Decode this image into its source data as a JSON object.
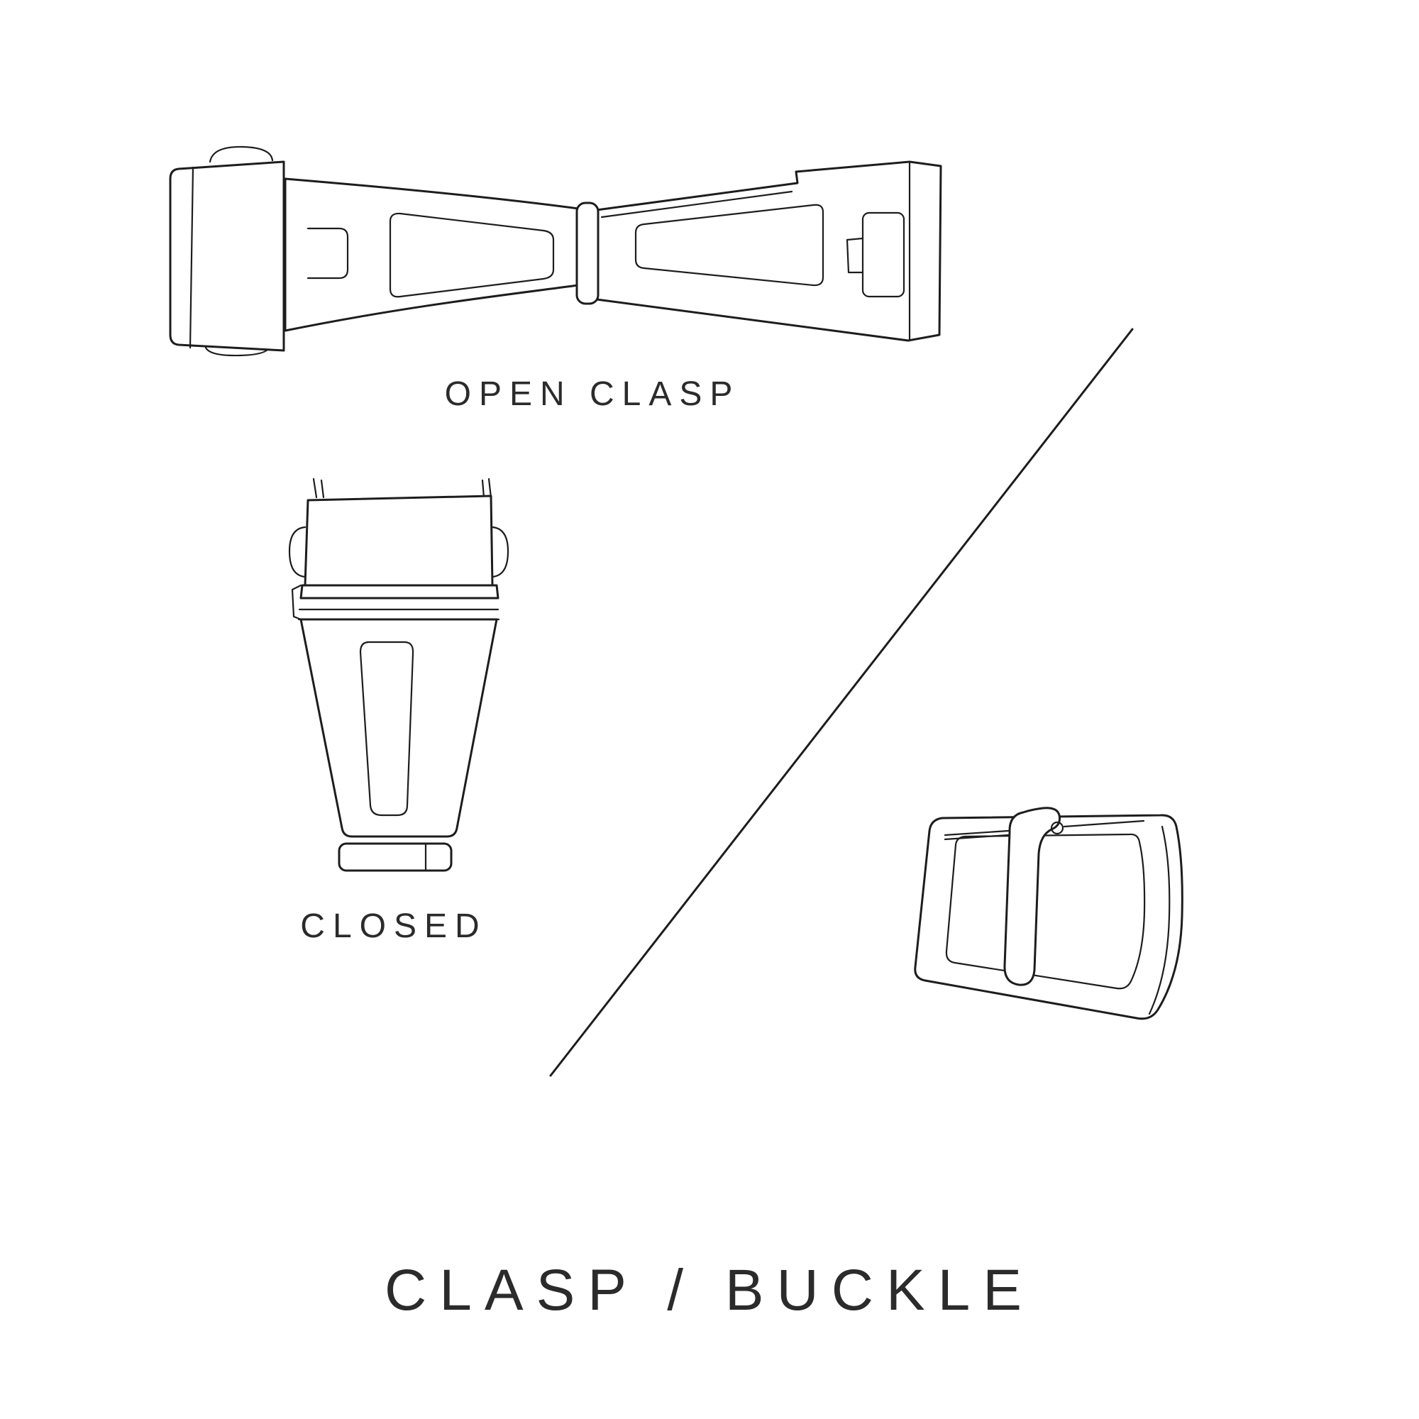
{
  "page": {
    "title": "CLASP / BUCKLE",
    "background_color": "#ffffff",
    "line_color": "#1d1d1d",
    "text_color": "#2b2b2b"
  },
  "labels": {
    "open_clasp": "OPEN CLASP",
    "closed": "CLOSED"
  },
  "figures": {
    "open_clasp": "open-clasp-illustration",
    "closed_clasp": "closed-clasp-illustration",
    "buckle": "buckle-illustration",
    "divider": "diagonal-divider-line"
  }
}
